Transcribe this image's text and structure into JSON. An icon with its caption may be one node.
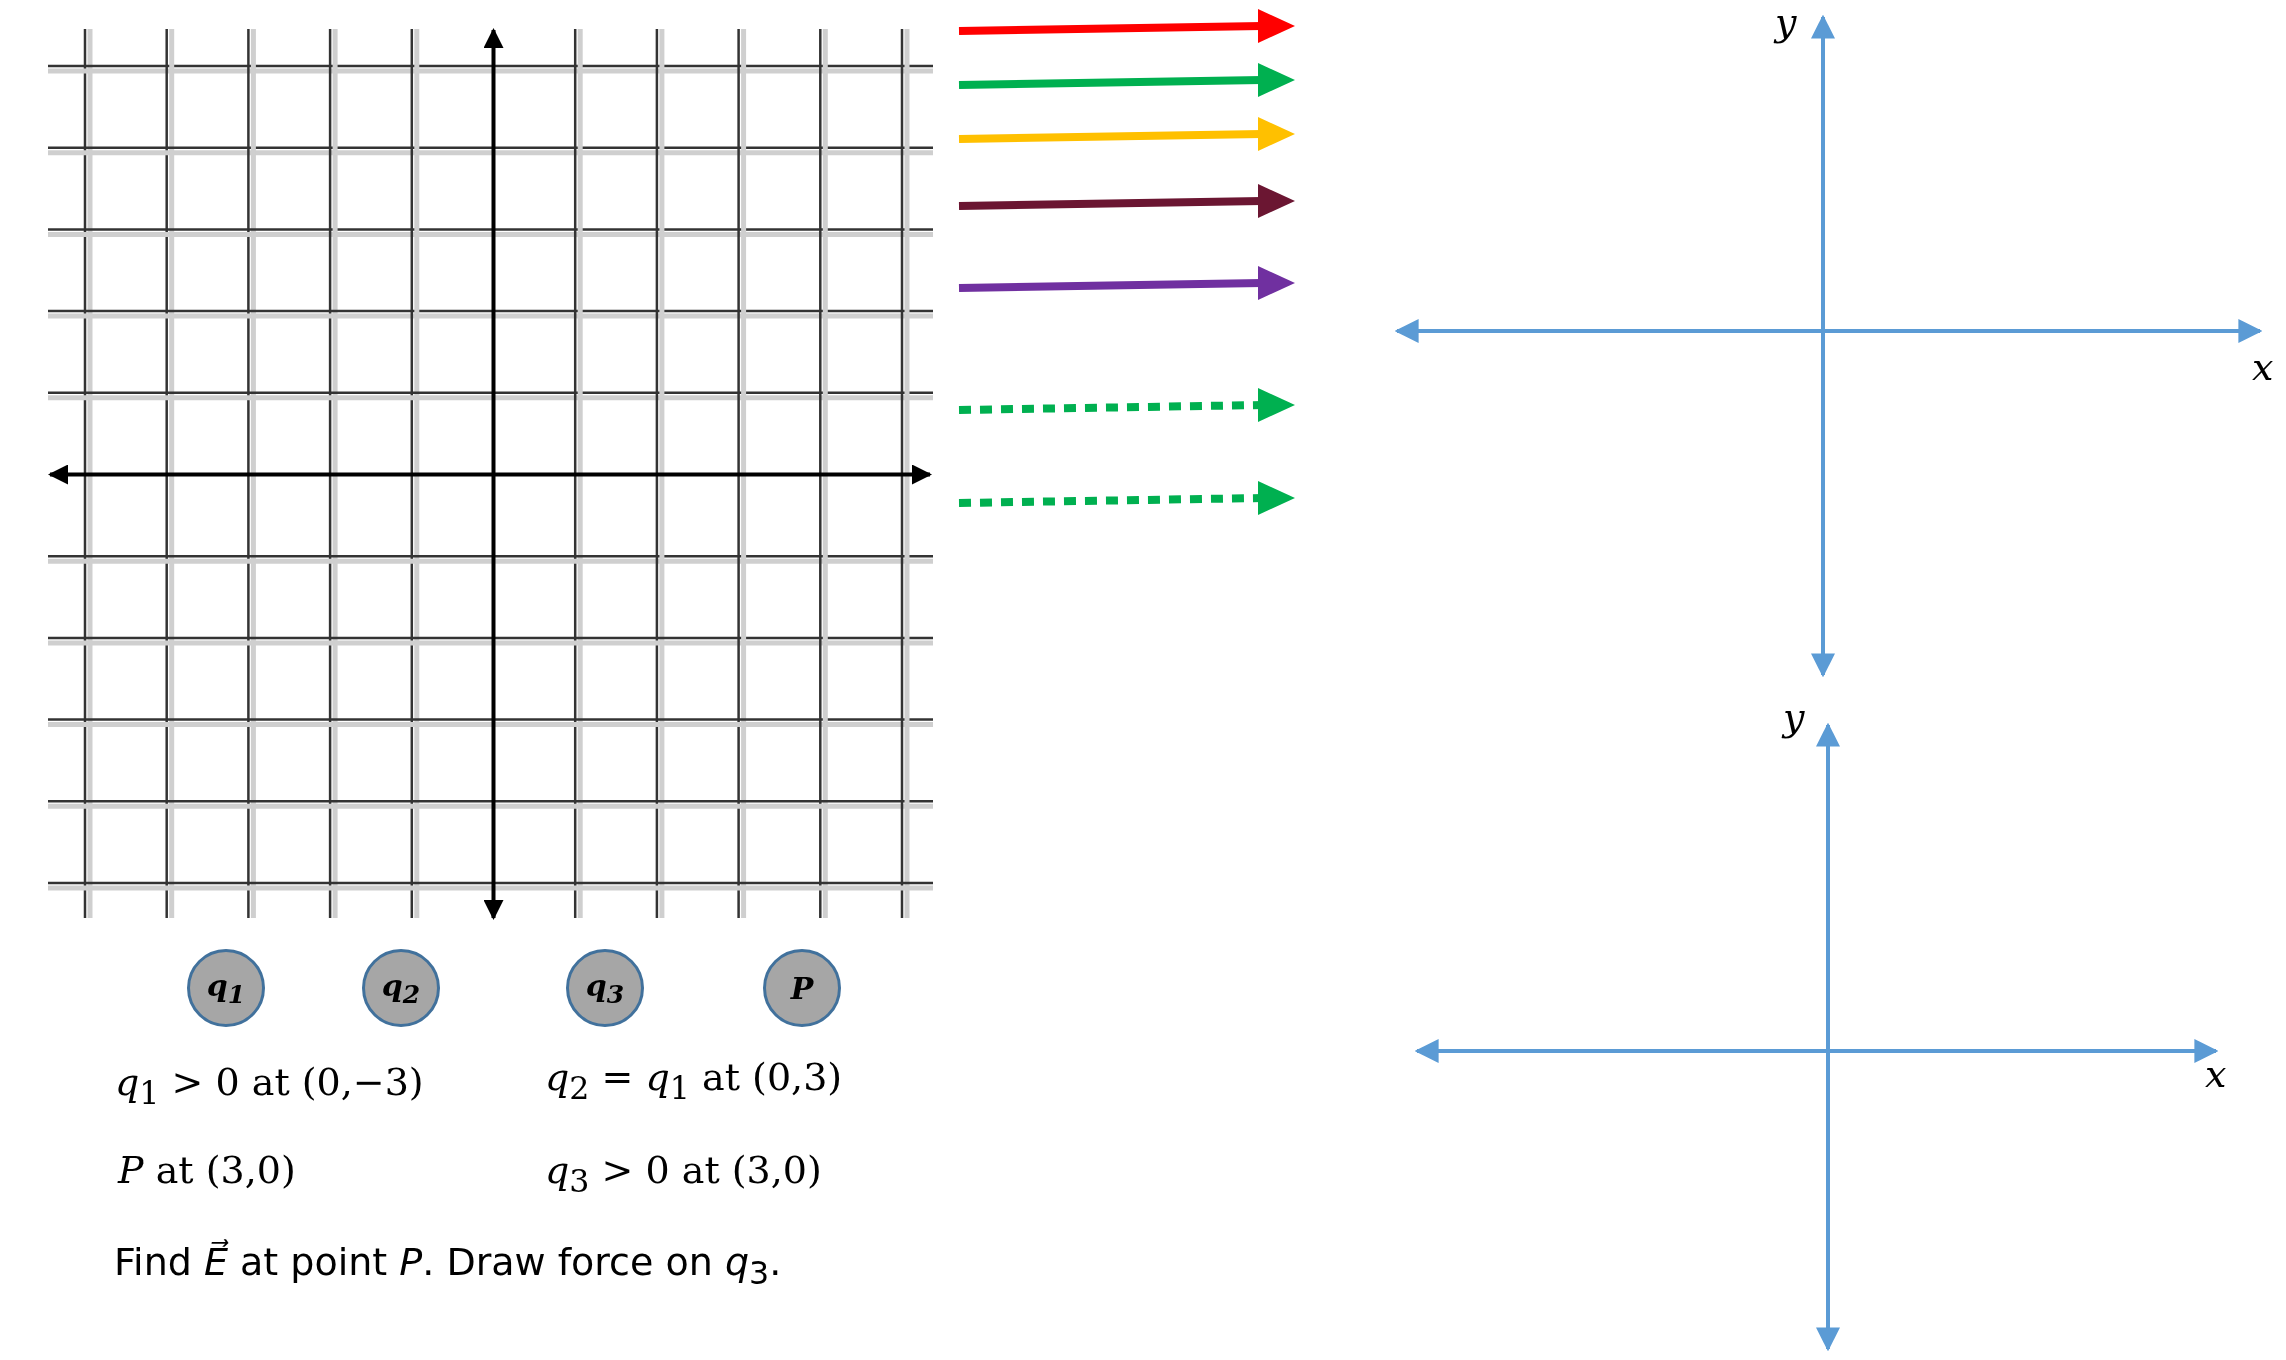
{
  "diagram": {
    "nodes": [
      {
        "text": [
          "q$_{1}$"
        ]
      },
      {
        "text": [
          "q$_{2}$"
        ]
      },
      {
        "text": [
          "q$_{3}$"
        ]
      },
      {
        "text": [
          "P"
        ]
      }
    ],
    "labels": [
      "y",
      "x",
      "y",
      "x",
      "*q*$_{1}$ > 0  at (0,−3)",
      "*q*$_{2}$ = *q*$_{1}$ at (0,3)",
      "*P* at (3,0)",
      "*q*$_{3}$ > 0  at (3,0)",
      "Find *E⃗* at point *P*.   Draw force on *q*$_{3}$."
    ]
  }
}
